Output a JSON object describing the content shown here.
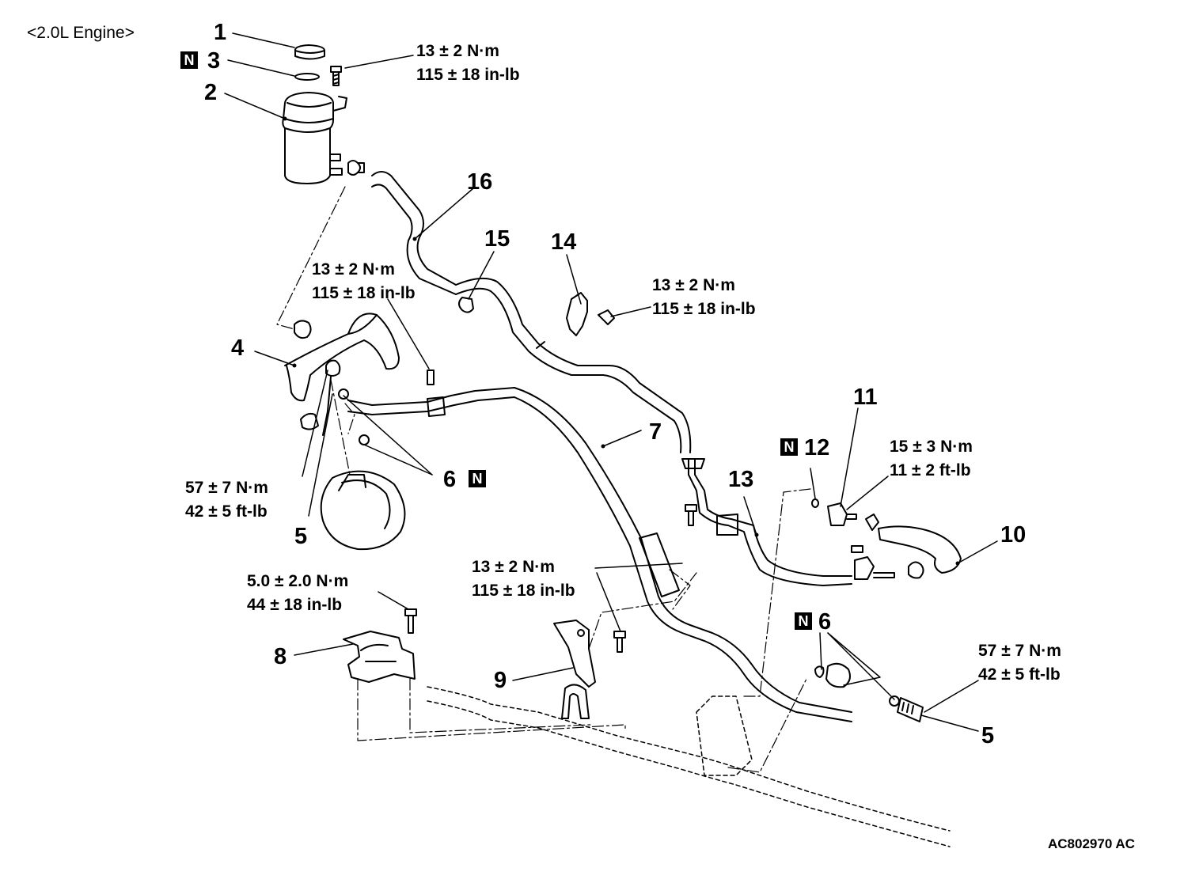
{
  "caption": "<2.0L Engine>",
  "figure_id": "AC802970 AC",
  "new_part_mark": "N",
  "callouts": {
    "c1": "1",
    "c2": "2",
    "c3": "3",
    "c4": "4",
    "c5a": "5",
    "c5b": "5",
    "c6a": "6",
    "c6b": "6",
    "c7": "7",
    "c8": "8",
    "c9": "9",
    "c10": "10",
    "c11": "11",
    "c12": "12",
    "c13": "13",
    "c14": "14",
    "c15": "15",
    "c16": "16"
  },
  "torques": {
    "t_reservoir": {
      "metric": "13 ± 2 N·m",
      "imperial": "115 ± 18 in-lb"
    },
    "t_upper_mid": {
      "metric": "13 ± 2 N·m",
      "imperial": "115 ± 18 in-lb"
    },
    "t_clamp14": {
      "metric": "13 ± 2 N·m",
      "imperial": "115 ± 18 in-lb"
    },
    "t_pump_eye": {
      "metric": "57 ± 7 N·m",
      "imperial": "42 ± 5 ft-lb"
    },
    "t_bracket8": {
      "metric": "5.0 ± 2.0 N·m",
      "imperial": "44 ± 18 in-lb"
    },
    "t_bracket9": {
      "metric": "13 ± 2 N·m",
      "imperial": "115 ± 18 in-lb"
    },
    "t_sensor11": {
      "metric": "15 ± 3 N·m",
      "imperial": "11 ± 2 ft-lb"
    },
    "t_gear_eye": {
      "metric": "57 ± 7 N·m",
      "imperial": "42 ± 5 ft-lb"
    }
  }
}
